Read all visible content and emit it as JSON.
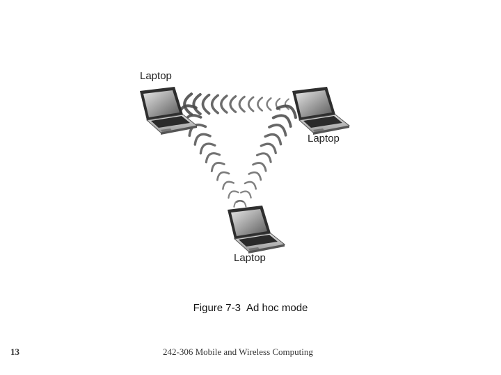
{
  "diagram": {
    "laptops": [
      {
        "id": "top-left",
        "label": "Laptop"
      },
      {
        "id": "top-right",
        "label": "Laptop"
      },
      {
        "id": "bottom",
        "label": "Laptop"
      }
    ],
    "links": [
      {
        "from": "top-left",
        "to": "top-right"
      },
      {
        "from": "top-left",
        "to": "bottom"
      },
      {
        "from": "top-right",
        "to": "bottom"
      }
    ]
  },
  "caption": {
    "figure_number": "Figure 7-3",
    "text": "Ad hoc mode"
  },
  "footer": {
    "slide_number": "13",
    "course": "242-306 Mobile and Wireless Computing"
  },
  "colors": {
    "wave": "#4a4a4a",
    "laptop_body": "#3a3a3a",
    "screen": "#9a9a9a",
    "text": "#222222"
  }
}
